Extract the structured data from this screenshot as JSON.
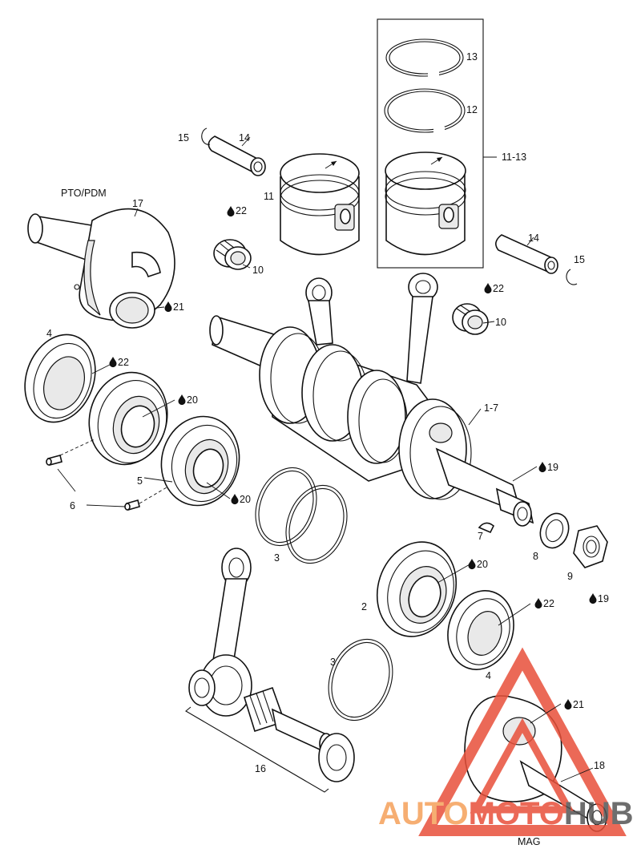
{
  "diagram": {
    "labels": {
      "pto": "PTO/PDM",
      "mag": "MAG",
      "p1_7": "1-7",
      "p2": "2",
      "p3a": "3",
      "p3b": "3",
      "p4a": "4",
      "p4b": "4",
      "p5": "5",
      "p6": "6",
      "p7": "7",
      "p8": "8",
      "p9": "9",
      "p10a": "10",
      "p10b": "10",
      "p11": "11",
      "p11_13": "11-13",
      "p12": "12",
      "p13": "13",
      "p14a": "14",
      "p14b": "14",
      "p15a": "15",
      "p15b": "15",
      "p16": "16",
      "p17": "17",
      "p18": "18"
    },
    "lube_marks": {
      "m22a": "22",
      "m22b": "22",
      "m22c": "22",
      "m22d": "22",
      "m21a": "21",
      "m21b": "21",
      "m20a": "20",
      "m20b": "20",
      "m20c": "20",
      "m19a": "19",
      "m19b": "19"
    }
  },
  "watermark": {
    "auto": "AUTO",
    "moto": "MOTO",
    "hub": "HUB",
    "colors": {
      "red": "#e8503a",
      "orange": "#f5a05a",
      "gray": "#555555"
    }
  }
}
